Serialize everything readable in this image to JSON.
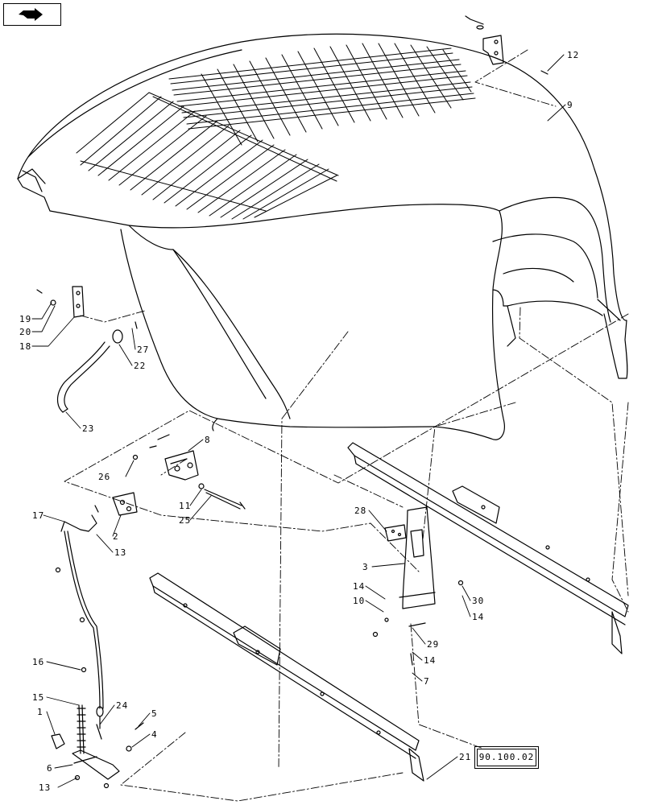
{
  "nav": {
    "icon": "return-arrow-icon"
  },
  "reference": {
    "section_code": "90.100.02"
  },
  "callouts": [
    {
      "id": "c12",
      "text": "12"
    },
    {
      "id": "c9",
      "text": "9"
    },
    {
      "id": "c19",
      "text": "19"
    },
    {
      "id": "c20",
      "text": "20"
    },
    {
      "id": "c18",
      "text": "18"
    },
    {
      "id": "c27",
      "text": "27"
    },
    {
      "id": "c22",
      "text": "22"
    },
    {
      "id": "c23",
      "text": "23"
    },
    {
      "id": "c8",
      "text": "8"
    },
    {
      "id": "c26",
      "text": "26"
    },
    {
      "id": "c11",
      "text": "11"
    },
    {
      "id": "c25",
      "text": "25"
    },
    {
      "id": "c17",
      "text": "17"
    },
    {
      "id": "c2",
      "text": "2"
    },
    {
      "id": "c13a",
      "text": "13"
    },
    {
      "id": "c28",
      "text": "28"
    },
    {
      "id": "c3",
      "text": "3"
    },
    {
      "id": "c14a",
      "text": "14"
    },
    {
      "id": "c10",
      "text": "10"
    },
    {
      "id": "c30",
      "text": "30"
    },
    {
      "id": "c14b",
      "text": "14"
    },
    {
      "id": "c29",
      "text": "29"
    },
    {
      "id": "c14c",
      "text": "14"
    },
    {
      "id": "c7",
      "text": "7"
    },
    {
      "id": "c16",
      "text": "16"
    },
    {
      "id": "c15",
      "text": "15"
    },
    {
      "id": "c1",
      "text": "1"
    },
    {
      "id": "c24",
      "text": "24"
    },
    {
      "id": "c5",
      "text": "5"
    },
    {
      "id": "c4",
      "text": "4"
    },
    {
      "id": "c6",
      "text": "6"
    },
    {
      "id": "c13b",
      "text": "13"
    },
    {
      "id": "c21",
      "text": "21"
    }
  ]
}
